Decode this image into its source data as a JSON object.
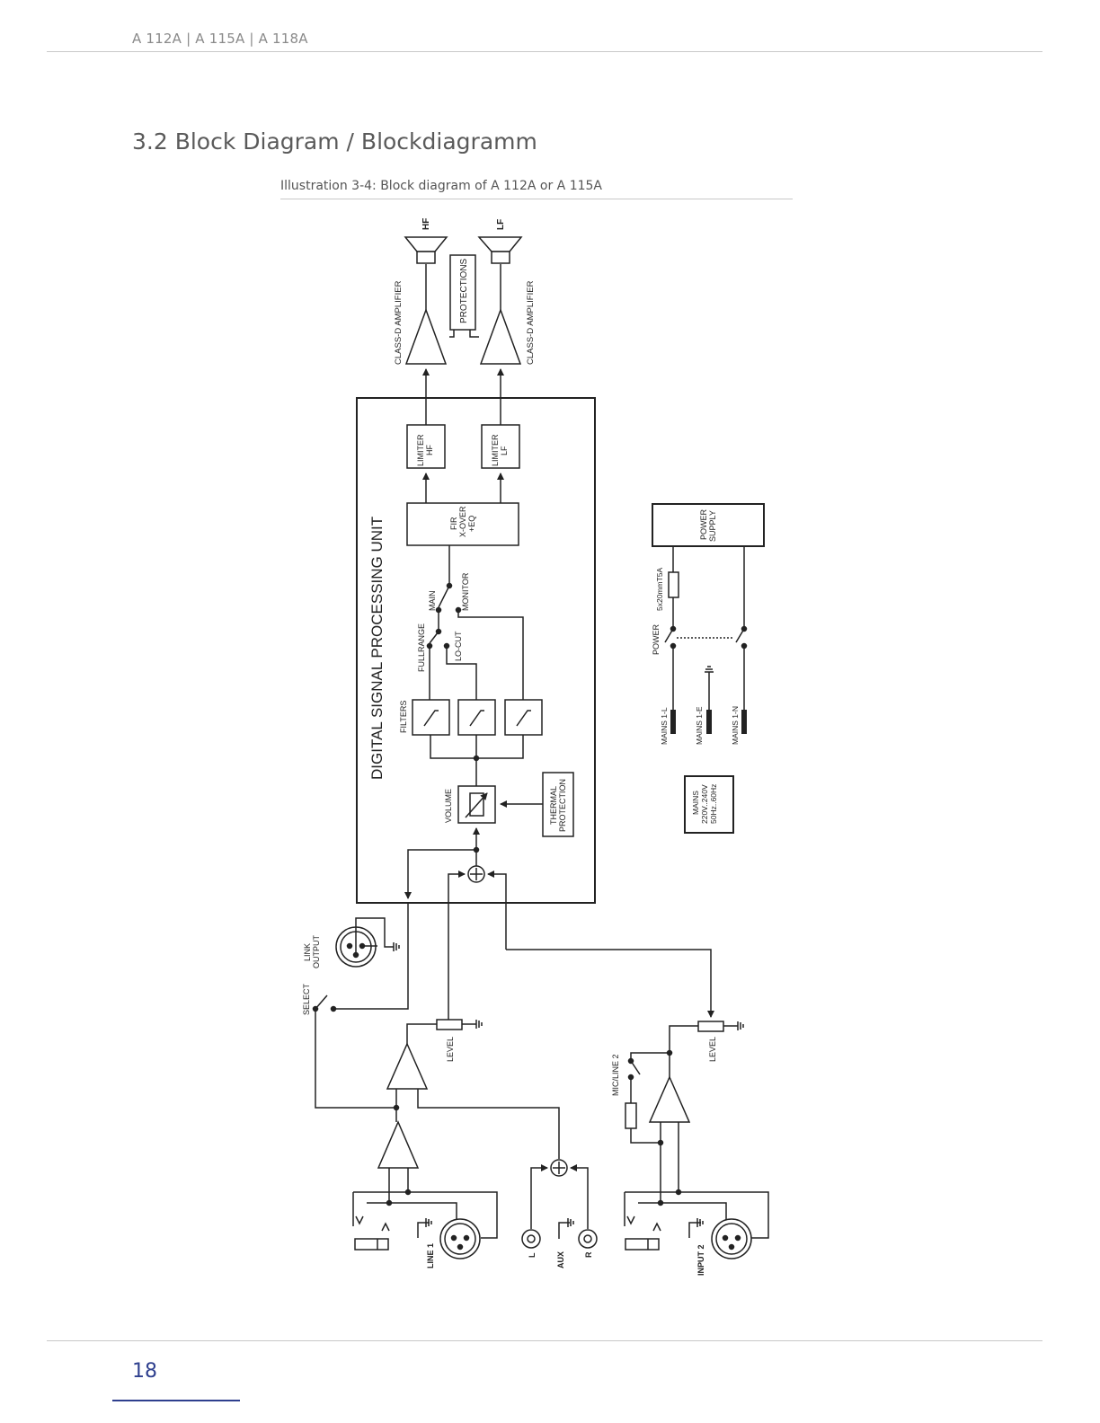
{
  "header": {
    "running_title": "A 112A | A 115A | A 118A"
  },
  "section": {
    "title": "3.2 Block Diagram / Blockdiagramm"
  },
  "figure": {
    "caption": "Illustration 3-4: Block diagram of A 112A or A 115A"
  },
  "diagram": {
    "speakers": {
      "hf": "HF",
      "lf": "LF"
    },
    "amplifier_hf": "CLASS-D AMPLIFIER",
    "amplifier_lf": "CLASS-D AMPLIFIER",
    "protections": "PROTECTIONS",
    "dsp_unit": "DIGITAL SIGNAL PROCESSING UNIT",
    "limiter_hf": [
      "LIMITER",
      "HF"
    ],
    "limiter_lf": [
      "LIMITER",
      "LF"
    ],
    "fir_block": [
      "FIR",
      "X-OVER",
      "+EQ"
    ],
    "switch_main": "MAIN",
    "switch_monitor": "MONITOR",
    "switch_fullrange": "FULLRANGE",
    "switch_locut": "LO-CUT",
    "filters": "FILTERS",
    "volume": "VOLUME",
    "thermal_protection": [
      "THERMAL",
      "PROTECTION"
    ],
    "power_supply": [
      "POWER",
      "SUPPLY"
    ],
    "fuse": "5x20mmT5A",
    "power_switch": "POWER",
    "mains_l": "MAINS 1-L",
    "mains_e": "MAINS 1-E",
    "mains_n": "MAINS 1-N",
    "mains_spec": [
      "MAINS",
      "220V..240V",
      "50Hz..60Hz"
    ],
    "link_output": [
      "LINK",
      "OUTPUT"
    ],
    "select": "SELECT",
    "level_1": "LEVEL",
    "level_2": "LEVEL",
    "mic_line_2": "MIC/LINE 2",
    "line_1": "LINE 1",
    "aux": "AUX",
    "aux_l": "L",
    "aux_r": "R",
    "input_2": "INPUT 2"
  },
  "footer": {
    "page_number": "18"
  }
}
